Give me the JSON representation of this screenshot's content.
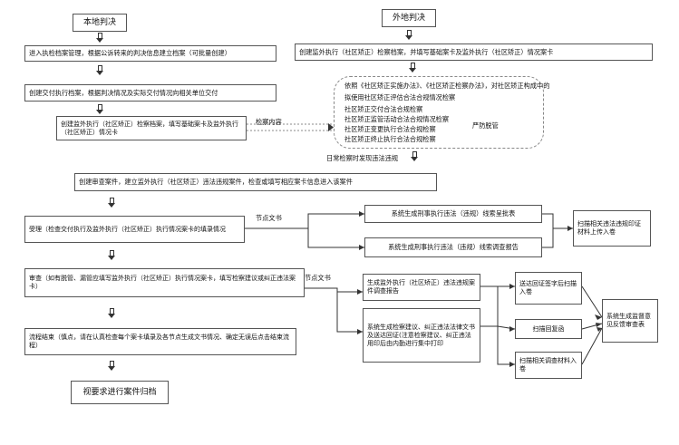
{
  "local": {
    "header": "本地判决",
    "step1": "进入执检档案管理，根据公诉转来的判决信息建立档案（可批量创建）",
    "step2": "创建交付执行档案，根据判决情况及实际交付情况向相关单位交付",
    "step3": "创建监外执行（社区矫正）检察档案，填写基础案卡及监外执行（社区矫正）情况卡"
  },
  "remote": {
    "header": "外地判决",
    "step1": "创建监外执行（社区矫正）检察档案，并填写基础案卡及监外执行（社区矫正）情况案卡"
  },
  "check_content_label": "检察内容",
  "check_items": [
    "依照《社区矫正实施办法》、《社区矫正检察办法》，对社区矫正构成中的",
    "拟使用社区矫正评估合法合规情况检察",
    "社区矫正交付合法合规检察",
    "社区矫正监管活动合法合规情况检察",
    "社区矫正变更执行合法合规检察",
    "社区矫正终止执行合法合规检察"
  ],
  "strict_label": "严防脱管",
  "daily_label": "日常检察时发现违法违规",
  "create_review": "创建审查案件，建立监外执行（社区矫正）违法违规案件，检查或填写相应案卡信息进入该案件",
  "accept_box": "受理（检查交付执行及监外执行（社区矫正）执行情况案卡的填录情况",
  "node_doc_label_1": "节点文书",
  "sys_report_1": "系统生成刑事执行违法（违规）线索呈批表",
  "sys_report_2": "系统生成刑事执行违法（违规）线索调查报告",
  "scan_upload": "扫描相关违法违规印证材料上传入卷",
  "review_box": "审查（如有脱管、漏管应填写监外执行（社区矫正）执行情况案卡，填写检察建议或纠正违法案卡）",
  "node_doc_label_2": "节点文书",
  "gen_report": "生成监外执行（社区矫正）违法违规案件调查报告",
  "gen_suggest": "系统生成检察建议、纠正违法法律文书及送达回证(注意检察建议、纠正违法用印后由内勤进行集中打印",
  "deliver_scan": "送达回证签字后扫描入卷",
  "scan_reply": "扫描回复函",
  "scan_material": "扫描相关调查材料入卷",
  "feedback_box": "系统生成监督意见反馈审查表",
  "end_box": "流程结束（慎点，请在认真检查每个案卡填录及各节点生成文书情况、确定无误后点击结束流程）",
  "archive_box": "视要求进行案件归档"
}
